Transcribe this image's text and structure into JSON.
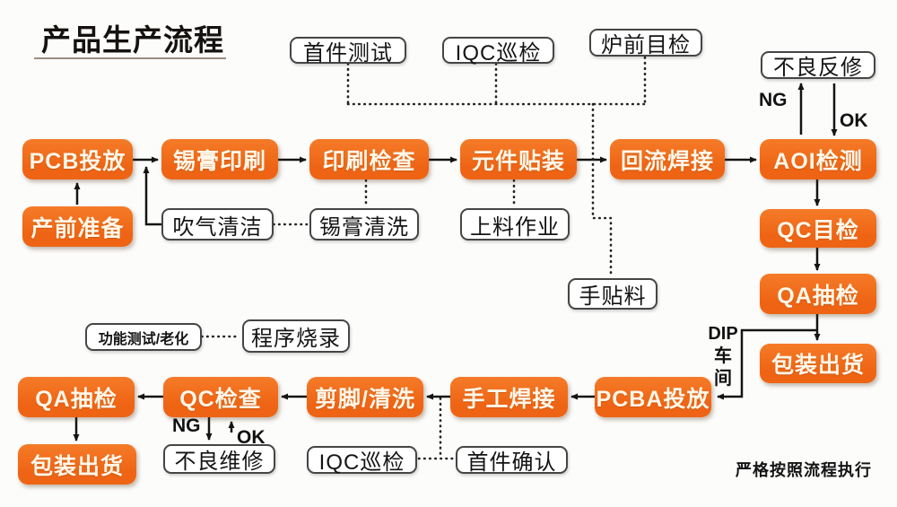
{
  "title": "产品生产流程",
  "footer_note": "严格按照流程执行",
  "colors": {
    "accent_orange": "#ee6414",
    "orange_box_text": "#fff7e9",
    "aux_box_border": "#454545",
    "line_color": "#141414",
    "background": "#fcfcfb"
  },
  "labels": {
    "ng_top": "NG",
    "ok_top": "OK",
    "ng_bottom": "NG",
    "ok_bottom": "OK",
    "dip_workshop": [
      "DIP",
      "车",
      "间"
    ]
  },
  "nodes": {
    "pcb_feed": "PCB投放",
    "pre_production": "产前准备",
    "solder_paste_print": "锡膏印刷",
    "air_clean": "吹气清洁",
    "print_inspect": "印刷检查",
    "paste_clean": "锡膏清洗",
    "component_mount": "元件贴装",
    "loading_work": "上料作业",
    "reflow_solder": "回流焊接",
    "hand_material": "手贴料",
    "aoi_inspect": "AOI检测",
    "defect_rework_top": "不良反修",
    "qc_visual": "QC目检",
    "qa_sample_right": "QA抽检",
    "packing_ship_right": "包装出货",
    "first_article_test": "首件测试",
    "iqc_patrol_top": "IQC巡检",
    "furnace_visual": "炉前目检",
    "function_test_aging": "功能测试/老化",
    "program_burn": "程序烧录",
    "pcba_feed": "PCBA投放",
    "hand_solder": "手工焊接",
    "trim_clean": "剪脚/清洗",
    "qc_inspect": "QC检查",
    "qa_sample_bottom": "QA抽检",
    "packing_ship_bottom": "包装出货",
    "defect_repair_bottom": "不良维修",
    "iqc_patrol_bottom": "IQC巡检",
    "first_article_confirm": "首件确认"
  }
}
